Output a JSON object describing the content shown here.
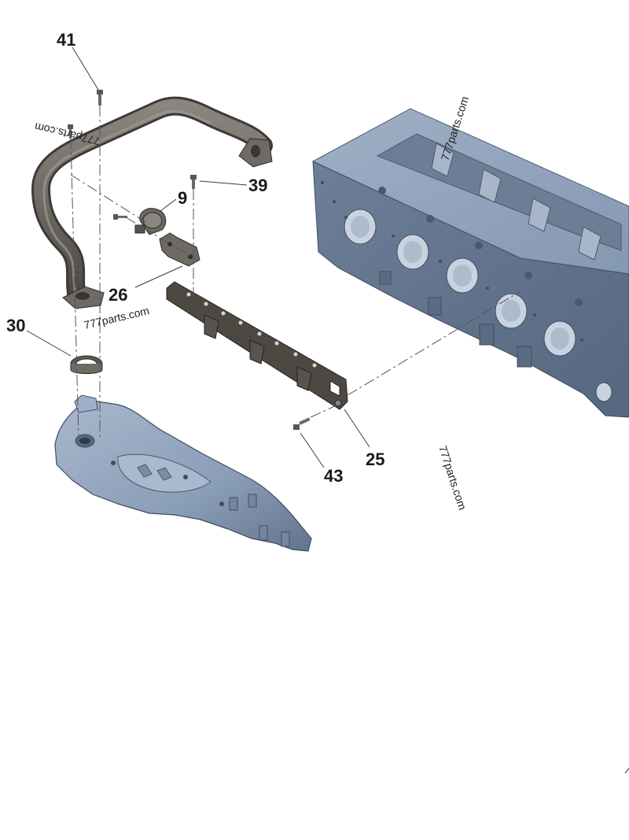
{
  "callouts": {
    "c41": "41",
    "c39": "39",
    "c9": "9",
    "c26": "26",
    "c30": "30",
    "c25": "25",
    "c43": "43"
  },
  "watermarks": {
    "w1": "777parts.com",
    "w2": "777parts.com",
    "w3": "777parts.com",
    "w4": "777parts.com"
  },
  "parts": {
    "coolant_pipe": "pipe-part",
    "clamp": "clamp-part",
    "bracket": "bracket-part",
    "seal_ring": "seal-ring-part",
    "gasket_plate": "gasket-plate-part",
    "manifold_housing": "manifold-housing-part",
    "engine_block": "engine-block-part"
  },
  "colors": {
    "pipe": "#6e6a64",
    "block": "#7d8fa6",
    "housing": "#8fa2bc",
    "plate": "#4e4843",
    "background": "#ffffff"
  }
}
